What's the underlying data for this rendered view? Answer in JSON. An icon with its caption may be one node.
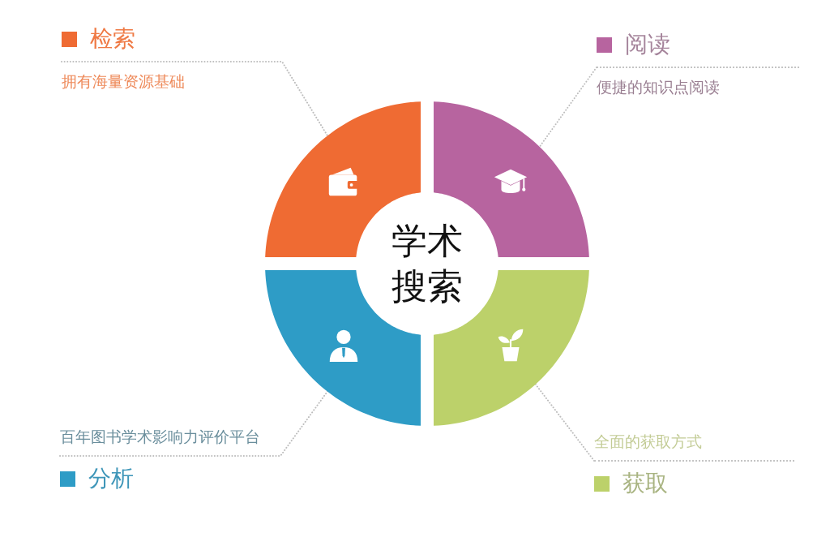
{
  "diagram": {
    "nodes": [
      {
        "text": [
          "检索",
          "拥有海量资源基础"
        ]
      },
      {
        "text": [
          "阅读",
          "便捷的知识点阅读"
        ]
      },
      {
        "text": [],
        "shape": "sector"
      },
      {
        "text": [],
        "shape": "sector"
      },
      {
        "text": [
          "学术搜索"
        ]
      },
      {
        "text": [],
        "shape": "sector"
      },
      {
        "text": [],
        "shape": "sector"
      },
      {
        "text": [
          "百年图书学术影响力评价平台",
          "分析"
        ]
      },
      {
        "text": [
          "全面的获取方式",
          "获取"
        ]
      }
    ],
    "edges": [
      {
        "from": 0,
        "to": 2,
        "arrow": "none"
      },
      {
        "from": 1,
        "to": 3,
        "arrow": "none"
      },
      {
        "from": 7,
        "to": 5,
        "arrow": "none"
      },
      {
        "from": 8,
        "to": 6,
        "arrow": "none"
      }
    ]
  }
}
